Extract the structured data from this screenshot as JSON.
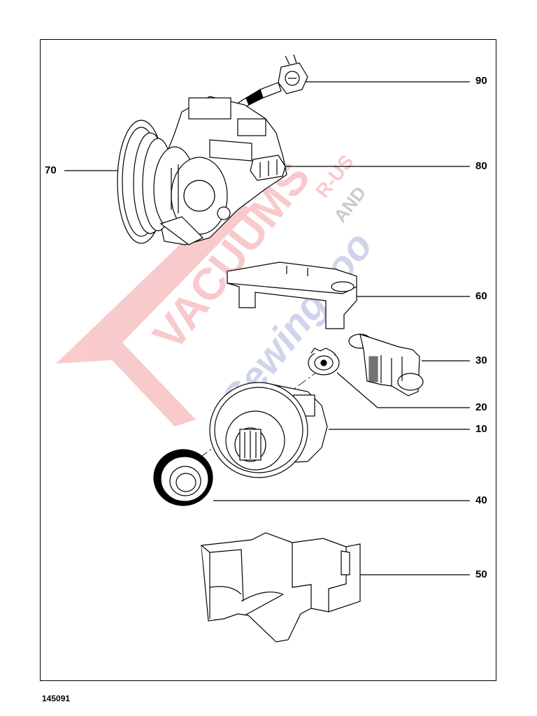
{
  "document": {
    "number": "145091"
  },
  "callouts": {
    "c90": "90",
    "c80": "80",
    "c70": "70",
    "c60": "60",
    "c30": "30",
    "c20": "20",
    "c10": "10",
    "c40": "40",
    "c50": "50"
  },
  "watermark": {
    "brand": "VACUUMS",
    "r_us": "R-US",
    "and": "AND",
    "sewing": "Sewing too",
    "colors": {
      "red": "#e8434a",
      "blue": "#5a68b8"
    }
  },
  "icons": {
    "part_90": "power-plug-icon",
    "part_80": "terminal-block-icon",
    "part_70": "cable-reel-icon",
    "part_60": "bracket-icon",
    "part_30": "clip-holder-icon",
    "part_20": "coupling-icon",
    "part_10": "motor-icon",
    "part_40": "gasket-ring-icon",
    "part_50": "motor-housing-icon"
  }
}
